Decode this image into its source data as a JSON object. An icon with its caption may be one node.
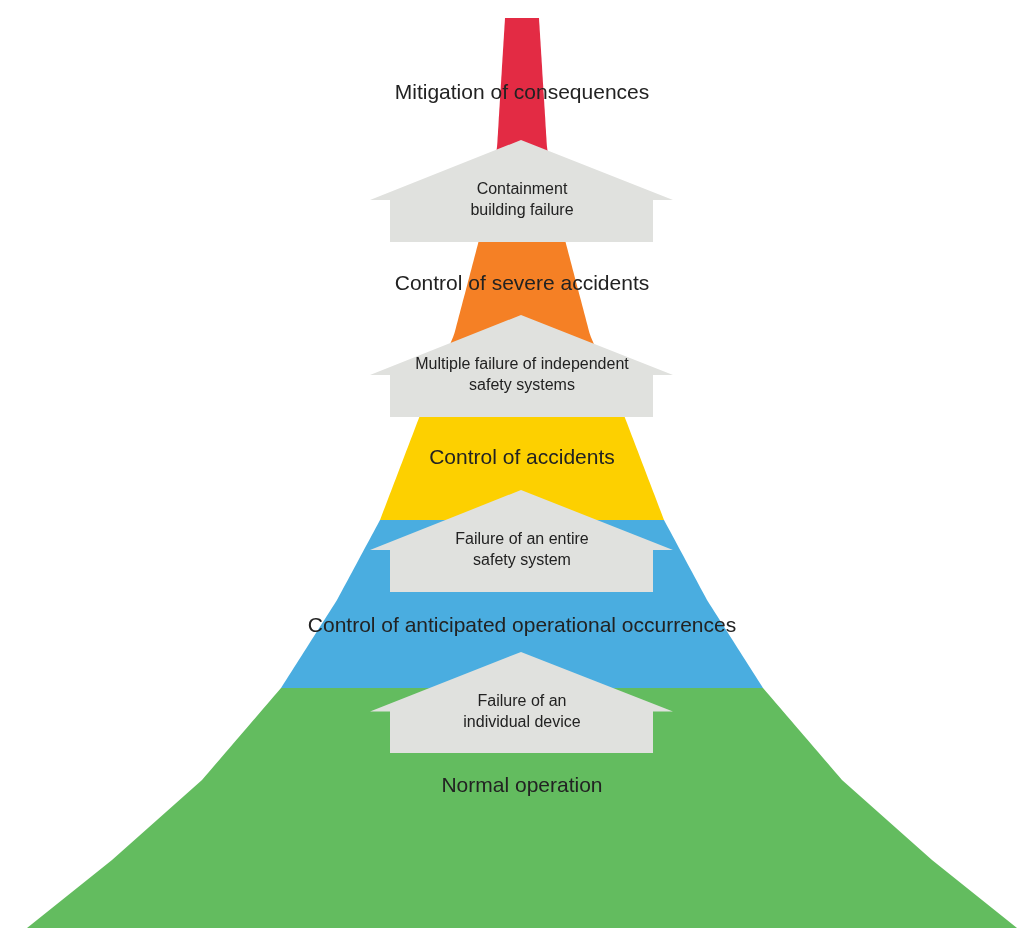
{
  "diagram": {
    "nodes": [
      {
        "text": [
          "Mitigation of consequences"
        ]
      },
      {
        "text": [
          "Control of severe accidents"
        ]
      },
      {
        "text": [
          "Control of accidents"
        ]
      },
      {
        "text": [
          "Control of anticipated operational occurrences"
        ]
      },
      {
        "text": [
          "Normal operation"
        ]
      }
    ],
    "edges": [
      {
        "from": 1,
        "to": 0,
        "arrow": "to",
        "label": "Containment building failure"
      },
      {
        "from": 2,
        "to": 1,
        "arrow": "to",
        "label": "Multiple failure of independent safety systems"
      },
      {
        "from": 3,
        "to": 2,
        "arrow": "to",
        "label": "Failure of an entire safety system"
      },
      {
        "from": 4,
        "to": 3,
        "arrow": "to",
        "label": "Failure of an individual device"
      }
    ]
  }
}
